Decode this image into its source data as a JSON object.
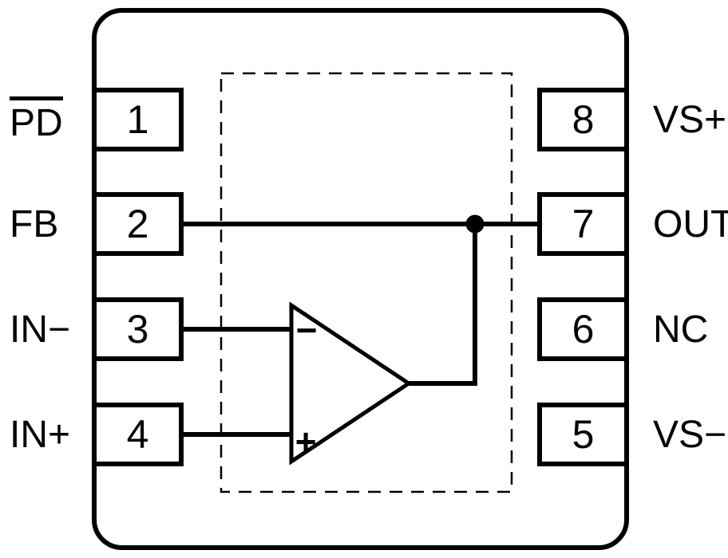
{
  "diagram": {
    "kind": "ic-pinout",
    "colors": {
      "line": "#000000",
      "background": "#ffffff"
    },
    "pins_left": [
      {
        "number": "1",
        "label": "PD",
        "overline": true
      },
      {
        "number": "2",
        "label": "FB",
        "overline": false
      },
      {
        "number": "3",
        "label": "IN−",
        "overline": false
      },
      {
        "number": "4",
        "label": "IN+",
        "overline": false
      }
    ],
    "pins_right": [
      {
        "number": "8",
        "label": "VS+"
      },
      {
        "number": "7",
        "label": "OUT"
      },
      {
        "number": "6",
        "label": "NC"
      },
      {
        "number": "5",
        "label": "VS−"
      }
    ],
    "opamp": {
      "inverting_sign": "−",
      "noninverting_sign": "+"
    }
  }
}
